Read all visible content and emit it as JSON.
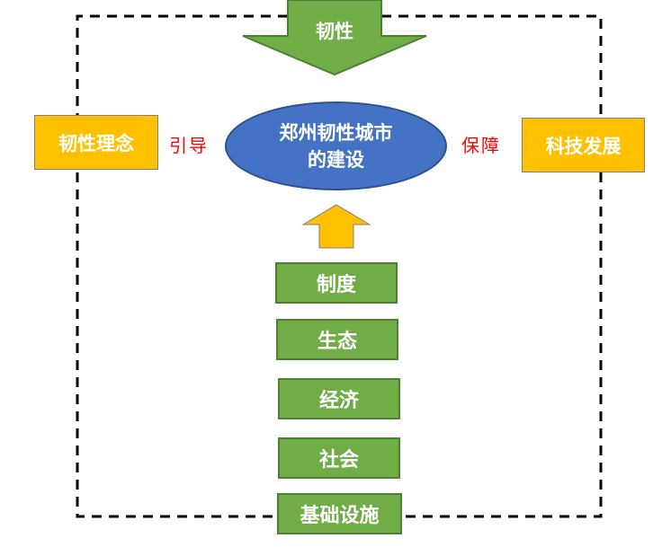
{
  "diagram": {
    "top_arrow_label": "韧性",
    "center": "郑州韧性城市的建设",
    "left_box": "韧性理念",
    "left_link": "引导",
    "right_box": "科技发展",
    "right_link": "保障",
    "stack": [
      "制度",
      "生态",
      "经济",
      "社会",
      "基础设施"
    ]
  },
  "colors": {
    "green": "#70ad47",
    "yellow": "#ffc000",
    "blue": "#4472c4",
    "red": "#ff0000",
    "dash": "#000000"
  }
}
